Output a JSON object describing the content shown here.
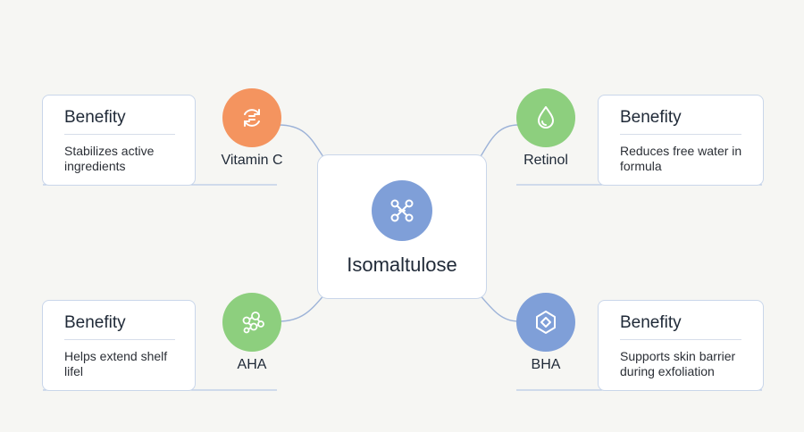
{
  "center": {
    "label": "Isomaltulose",
    "icon": "molecule-icon",
    "color": "#7f9fd8"
  },
  "nodes": [
    {
      "label": "Vitamin C",
      "icon": "refresh-cycle-icon",
      "color": "#f4945f",
      "card": {
        "title": "Benefity",
        "description": "Stabilizes active ingredients"
      }
    },
    {
      "label": "Retinol",
      "icon": "droplet-icon",
      "color": "#8dcf7e",
      "card": {
        "title": "Benefity",
        "description": "Reduces free water in formula"
      }
    },
    {
      "label": "AHA",
      "icon": "molecule-cluster-icon",
      "color": "#8dcf7e",
      "card": {
        "title": "Benefity",
        "description": "Helps extend shelf lifel"
      }
    },
    {
      "label": "BHA",
      "icon": "hexagon-shield-icon",
      "color": "#7f9fd8",
      "card": {
        "title": "Benefity",
        "description": "Supports skin barrier during exfoliation"
      }
    }
  ],
  "colors": {
    "line": "#9db3d8",
    "card_border": "#c9d6ea"
  }
}
